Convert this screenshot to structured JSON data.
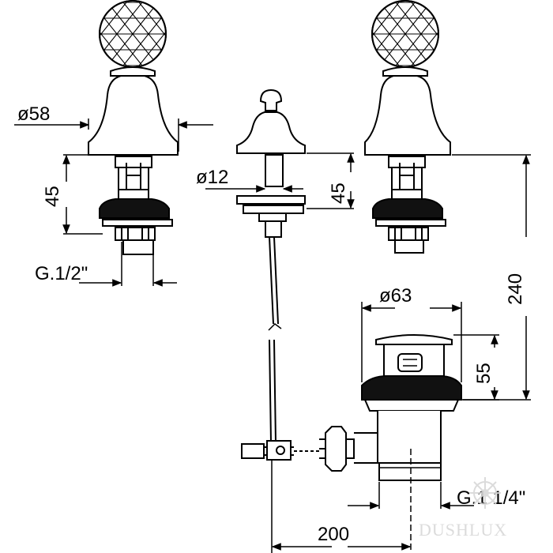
{
  "dimensions": {
    "d58": "ø58",
    "d12": "ø12",
    "d63": "ø63",
    "h45_left": "45",
    "h45_center": "45",
    "h240": "240",
    "h55": "55",
    "w200": "200",
    "thread_half": "G.1/2\"",
    "thread_quarter": "G.1 1/4\""
  },
  "watermark": {
    "brand": "DUSHLUX"
  },
  "colors": {
    "line": "#000000",
    "fill_dark": "#111111",
    "watermark": "#d8d8d8"
  }
}
